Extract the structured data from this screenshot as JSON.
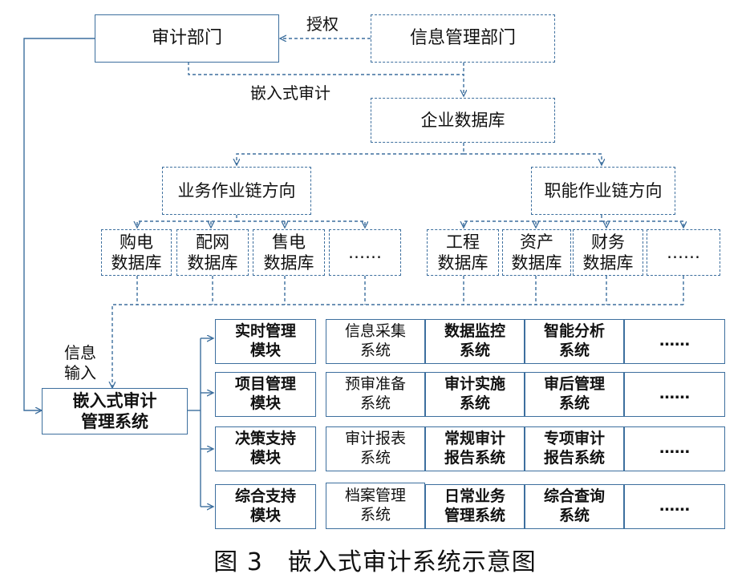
{
  "top": {
    "audit_dept": "审计部门",
    "info_dept": "信息管理部门",
    "authorize_label": "授权",
    "embedded_audit_label": "嵌入式审计",
    "enterprise_db": "企业数据库"
  },
  "directions": {
    "business": "业务作业链方向",
    "functional": "职能作业链方向"
  },
  "databases": {
    "purchase": "购电\n数据库",
    "distribution": "配网\n数据库",
    "sales": "售电\n数据库",
    "business_more": "……",
    "engineering": "工程\n数据库",
    "assets": "资产\n数据库",
    "finance": "财务\n数据库",
    "functional_more": "……"
  },
  "info_input_label": "信息\n输入",
  "system": "嵌入式审计\n管理系统",
  "modules": [
    {
      "name": "实时管理\n模块",
      "subs": [
        "信息采集\n系统",
        "数据监控\n系统",
        "智能分析\n系统",
        "……"
      ]
    },
    {
      "name": "项目管理\n模块",
      "subs": [
        "预审准备\n系统",
        "审计实施\n系统",
        "审后管理\n系统",
        "……"
      ]
    },
    {
      "name": "决策支持\n模块",
      "subs": [
        "审计报表\n系统",
        "常规审计\n报告系统",
        "专项审计\n报告系统",
        "……"
      ]
    },
    {
      "name": "综合支持\n模块",
      "subs": [
        "档案管理\n系统",
        "日常业务\n管理系统",
        "综合查询\n系统",
        "……"
      ]
    }
  ],
  "caption": "图 3　嵌入式审计系统示意图"
}
